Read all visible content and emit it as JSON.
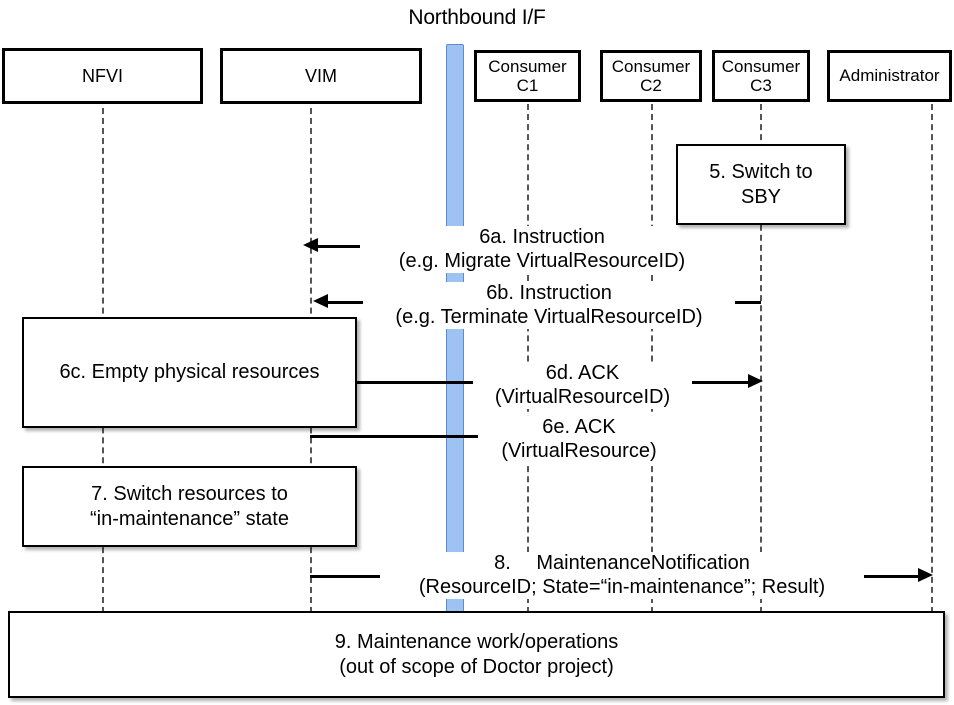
{
  "diagram": {
    "title": "Northbound I/F",
    "type": "uml-sequence-diagram"
  },
  "participants": [
    {
      "id": "nfvi",
      "label": "NFVI"
    },
    {
      "id": "vim",
      "label": "VIM"
    },
    {
      "id": "c1",
      "label": "Consumer\nC1",
      "line1": "Consumer",
      "line2": "C1"
    },
    {
      "id": "c2",
      "label": "Consumer\nC2",
      "line1": "Consumer",
      "line2": "C2"
    },
    {
      "id": "c3",
      "label": "Consumer\nC3",
      "line1": "Consumer",
      "line2": "C3"
    },
    {
      "id": "admin",
      "label": "Administrator"
    }
  ],
  "northbound_bar": {
    "name": "Northbound I/F",
    "fill": "#9EC2F2",
    "stroke": "#5B8BD0"
  },
  "actions": [
    {
      "id": "step5",
      "line1": "5. Switch to",
      "line2": "SBY",
      "text": "5. Switch to SBY",
      "on": "c3"
    },
    {
      "id": "step6c",
      "line1": "6c. Empty physical resources",
      "line2": "",
      "text": "6c. Empty physical resources",
      "on": "nfvi-vim"
    },
    {
      "id": "step7",
      "line1": "7. Switch resources to",
      "line2": "“in-maintenance” state",
      "text": "7. Switch resources to “in-maintenance” state",
      "on": "nfvi-vim"
    },
    {
      "id": "step9",
      "line1": "9. Maintenance work/operations",
      "line2": "(out of scope of Doctor project)",
      "text": "9. Maintenance work/operations (out of scope of Doctor project)",
      "on": "all"
    }
  ],
  "messages": [
    {
      "id": "m6a",
      "line1": "6a. Instruction",
      "line2": "(e.g. Migrate VirtualResourceID)",
      "from": "c2",
      "to": "vim",
      "direction": "left"
    },
    {
      "id": "m6b",
      "line1": "6b. Instruction",
      "line2": "(e.g. Terminate VirtualResourceID)",
      "from": "c3",
      "to": "vim",
      "direction": "left"
    },
    {
      "id": "m6d",
      "line1": "6d. ACK",
      "line2": "(VirtualResourceID)",
      "from": "vim",
      "to": "c3",
      "direction": "right"
    },
    {
      "id": "m6e",
      "line1": "6e. ACK",
      "line2": "(VirtualResource)",
      "from": "vim",
      "to": "c2",
      "direction": "right"
    },
    {
      "id": "m8",
      "line1": "8.  MaintenanceNotification",
      "line2": "(ResourceID; State=“in-maintenance”; Result)",
      "from": "vim",
      "to": "admin",
      "direction": "right"
    }
  ]
}
